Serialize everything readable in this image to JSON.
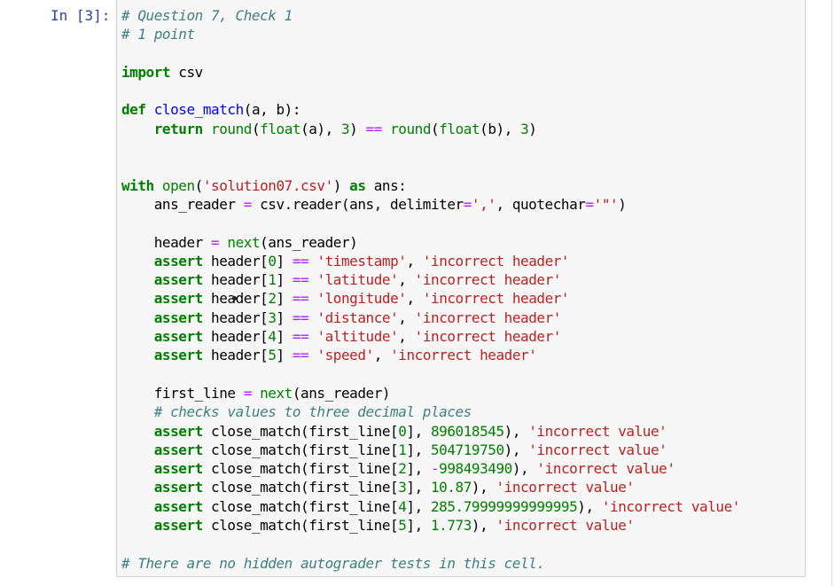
{
  "cell": {
    "prompt": "In [3]:",
    "lines": [
      [
        [
          "comment",
          "# Question 7, Check 1"
        ]
      ],
      [
        [
          "comment",
          "# 1 point"
        ]
      ],
      [],
      [
        [
          "keyword",
          "import"
        ],
        [
          "plain",
          " csv"
        ]
      ],
      [],
      [
        [
          "keyword",
          "def"
        ],
        [
          "plain",
          " "
        ],
        [
          "def",
          "close_match"
        ],
        [
          "plain",
          "(a, b):"
        ]
      ],
      [
        [
          "plain",
          "    "
        ],
        [
          "keyword",
          "return"
        ],
        [
          "plain",
          " "
        ],
        [
          "builtin",
          "round"
        ],
        [
          "plain",
          "("
        ],
        [
          "builtin",
          "float"
        ],
        [
          "plain",
          "(a), "
        ],
        [
          "number",
          "3"
        ],
        [
          "plain",
          ") "
        ],
        [
          "operator",
          "=="
        ],
        [
          "plain",
          " "
        ],
        [
          "builtin",
          "round"
        ],
        [
          "plain",
          "("
        ],
        [
          "builtin",
          "float"
        ],
        [
          "plain",
          "(b), "
        ],
        [
          "number",
          "3"
        ],
        [
          "plain",
          ")"
        ]
      ],
      [],
      [],
      [
        [
          "keyword",
          "with"
        ],
        [
          "plain",
          " "
        ],
        [
          "builtin",
          "open"
        ],
        [
          "plain",
          "("
        ],
        [
          "string",
          "'solution07.csv'"
        ],
        [
          "plain",
          ") "
        ],
        [
          "keyword",
          "as"
        ],
        [
          "plain",
          " ans:"
        ]
      ],
      [
        [
          "plain",
          "    ans_reader "
        ],
        [
          "operator",
          "="
        ],
        [
          "plain",
          " csv.reader(ans, delimiter"
        ],
        [
          "operator",
          "="
        ],
        [
          "string",
          "','"
        ],
        [
          "plain",
          ", quotechar"
        ],
        [
          "operator",
          "="
        ],
        [
          "string",
          "'\"'"
        ],
        [
          "plain",
          ")"
        ]
      ],
      [],
      [
        [
          "plain",
          "    header "
        ],
        [
          "operator",
          "="
        ],
        [
          "plain",
          " "
        ],
        [
          "builtin",
          "next"
        ],
        [
          "plain",
          "(ans_reader)"
        ]
      ],
      [
        [
          "plain",
          "    "
        ],
        [
          "keyword",
          "assert"
        ],
        [
          "plain",
          " header["
        ],
        [
          "number",
          "0"
        ],
        [
          "plain",
          "] "
        ],
        [
          "operator",
          "=="
        ],
        [
          "plain",
          " "
        ],
        [
          "string",
          "'timestamp'"
        ],
        [
          "plain",
          ", "
        ],
        [
          "string",
          "'incorrect header'"
        ]
      ],
      [
        [
          "plain",
          "    "
        ],
        [
          "keyword",
          "assert"
        ],
        [
          "plain",
          " header["
        ],
        [
          "number",
          "1"
        ],
        [
          "plain",
          "] "
        ],
        [
          "operator",
          "=="
        ],
        [
          "plain",
          " "
        ],
        [
          "string",
          "'latitude'"
        ],
        [
          "plain",
          ", "
        ],
        [
          "string",
          "'incorrect header'"
        ]
      ],
      [
        [
          "plain",
          "    "
        ],
        [
          "keyword",
          "assert"
        ],
        [
          "plain",
          " header["
        ],
        [
          "number",
          "2"
        ],
        [
          "plain",
          "] "
        ],
        [
          "operator",
          "=="
        ],
        [
          "plain",
          " "
        ],
        [
          "string",
          "'longitude'"
        ],
        [
          "plain",
          ", "
        ],
        [
          "string",
          "'incorrect header'"
        ]
      ],
      [
        [
          "plain",
          "    "
        ],
        [
          "keyword",
          "assert"
        ],
        [
          "plain",
          " header["
        ],
        [
          "number",
          "3"
        ],
        [
          "plain",
          "] "
        ],
        [
          "operator",
          "=="
        ],
        [
          "plain",
          " "
        ],
        [
          "string",
          "'distance'"
        ],
        [
          "plain",
          ", "
        ],
        [
          "string",
          "'incorrect header'"
        ]
      ],
      [
        [
          "plain",
          "    "
        ],
        [
          "keyword",
          "assert"
        ],
        [
          "plain",
          " header["
        ],
        [
          "number",
          "4"
        ],
        [
          "plain",
          "] "
        ],
        [
          "operator",
          "=="
        ],
        [
          "plain",
          " "
        ],
        [
          "string",
          "'altitude'"
        ],
        [
          "plain",
          ", "
        ],
        [
          "string",
          "'incorrect header'"
        ]
      ],
      [
        [
          "plain",
          "    "
        ],
        [
          "keyword",
          "assert"
        ],
        [
          "plain",
          " header["
        ],
        [
          "number",
          "5"
        ],
        [
          "plain",
          "] "
        ],
        [
          "operator",
          "=="
        ],
        [
          "plain",
          " "
        ],
        [
          "string",
          "'speed'"
        ],
        [
          "plain",
          ", "
        ],
        [
          "string",
          "'incorrect header'"
        ]
      ],
      [],
      [
        [
          "plain",
          "    first_line "
        ],
        [
          "operator",
          "="
        ],
        [
          "plain",
          " "
        ],
        [
          "builtin",
          "next"
        ],
        [
          "plain",
          "(ans_reader)"
        ]
      ],
      [
        [
          "plain",
          "    "
        ],
        [
          "comment",
          "# checks values to three decimal places"
        ]
      ],
      [
        [
          "plain",
          "    "
        ],
        [
          "keyword",
          "assert"
        ],
        [
          "plain",
          " close_match(first_line["
        ],
        [
          "number",
          "0"
        ],
        [
          "plain",
          "], "
        ],
        [
          "number",
          "896018545"
        ],
        [
          "plain",
          "), "
        ],
        [
          "string",
          "'incorrect value'"
        ]
      ],
      [
        [
          "plain",
          "    "
        ],
        [
          "keyword",
          "assert"
        ],
        [
          "plain",
          " close_match(first_line["
        ],
        [
          "number",
          "1"
        ],
        [
          "plain",
          "], "
        ],
        [
          "number",
          "504719750"
        ],
        [
          "plain",
          "), "
        ],
        [
          "string",
          "'incorrect value'"
        ]
      ],
      [
        [
          "plain",
          "    "
        ],
        [
          "keyword",
          "assert"
        ],
        [
          "plain",
          " close_match(first_line["
        ],
        [
          "number",
          "2"
        ],
        [
          "plain",
          "], "
        ],
        [
          "operator",
          "-"
        ],
        [
          "number",
          "998493490"
        ],
        [
          "plain",
          "), "
        ],
        [
          "string",
          "'incorrect value'"
        ]
      ],
      [
        [
          "plain",
          "    "
        ],
        [
          "keyword",
          "assert"
        ],
        [
          "plain",
          " close_match(first_line["
        ],
        [
          "number",
          "3"
        ],
        [
          "plain",
          "], "
        ],
        [
          "number",
          "10.87"
        ],
        [
          "plain",
          "), "
        ],
        [
          "string",
          "'incorrect value'"
        ]
      ],
      [
        [
          "plain",
          "    "
        ],
        [
          "keyword",
          "assert"
        ],
        [
          "plain",
          " close_match(first_line["
        ],
        [
          "number",
          "4"
        ],
        [
          "plain",
          "], "
        ],
        [
          "number",
          "285.79999999999995"
        ],
        [
          "plain",
          "), "
        ],
        [
          "string",
          "'incorrect value'"
        ]
      ],
      [
        [
          "plain",
          "    "
        ],
        [
          "keyword",
          "assert"
        ],
        [
          "plain",
          " close_match(first_line["
        ],
        [
          "number",
          "5"
        ],
        [
          "plain",
          "], "
        ],
        [
          "number",
          "1.773"
        ],
        [
          "plain",
          "), "
        ],
        [
          "string",
          "'incorrect value'"
        ]
      ],
      [],
      [
        [
          "comment",
          "# There are no hidden autograder tests in this cell."
        ]
      ]
    ]
  }
}
